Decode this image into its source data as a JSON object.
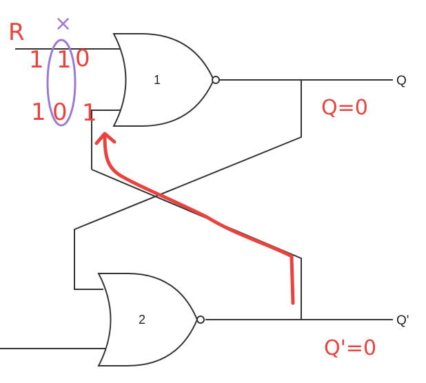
{
  "gates": {
    "top_label": "1",
    "bottom_label": "2"
  },
  "outputs": {
    "q": "Q",
    "q_prime": "Q'"
  },
  "annotations": {
    "input_name": "R",
    "cross_mark": "×",
    "top_input_bits": [
      "1",
      "1",
      "0"
    ],
    "bottom_input_bits": [
      "1",
      "0",
      "1"
    ],
    "q_state": "Q=0",
    "q_prime_state": "Q'=0",
    "ink_colors": {
      "red": "#e8433f",
      "purple": "#9a7ad2"
    }
  }
}
